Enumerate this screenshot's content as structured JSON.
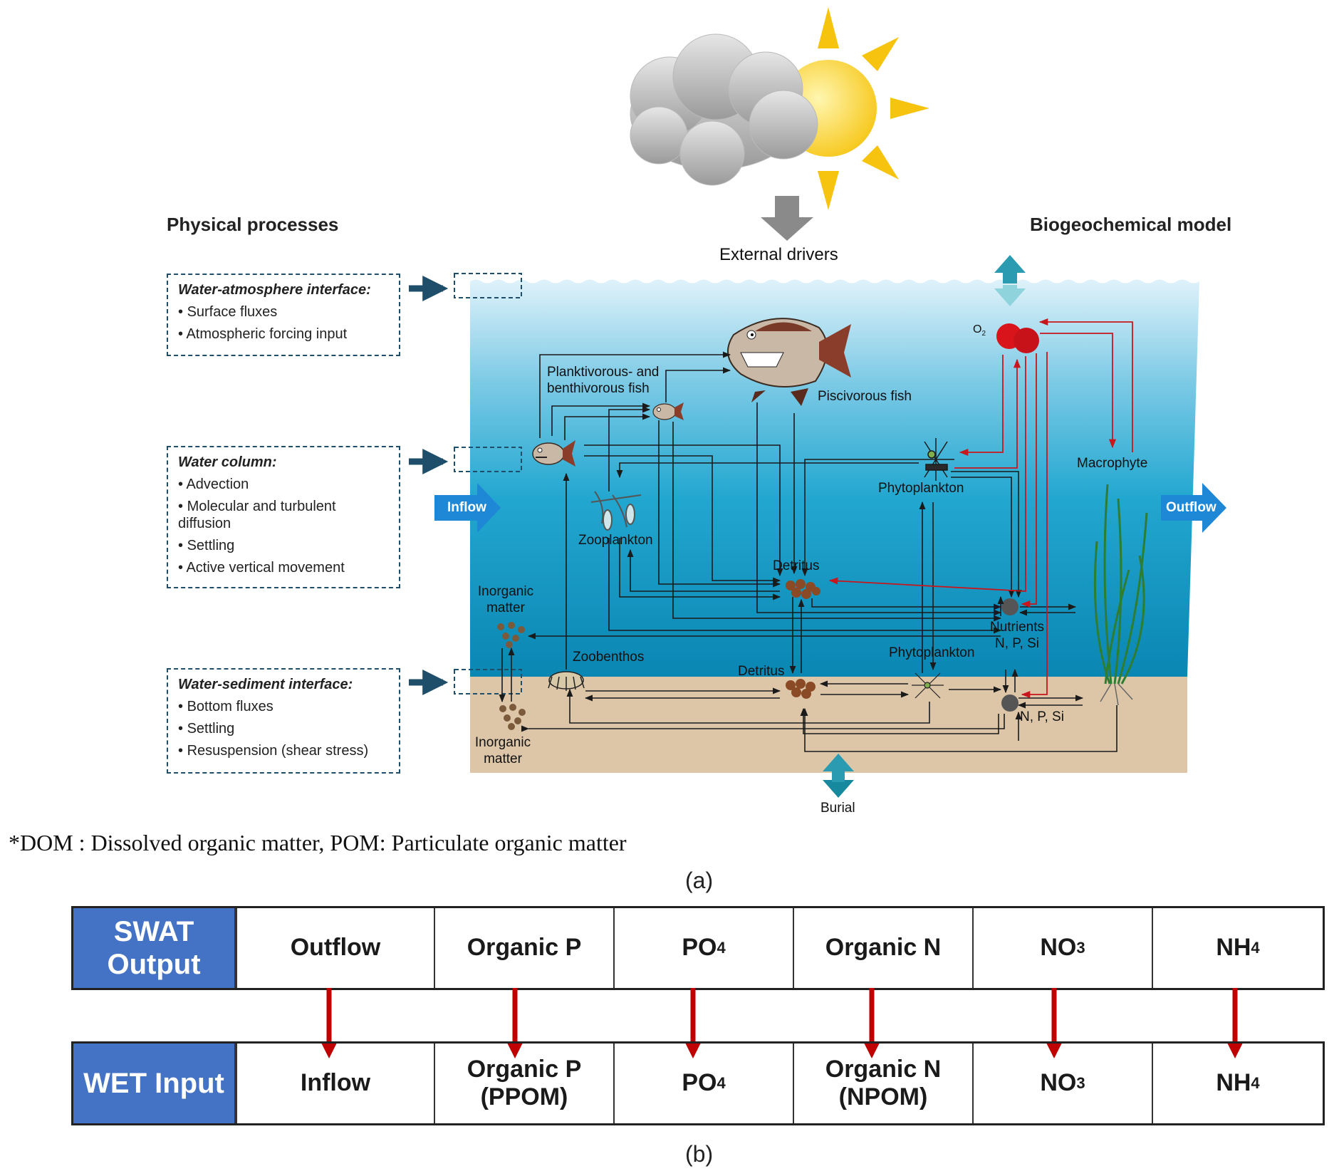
{
  "diagram": {
    "headers": {
      "physical": "Physical processes",
      "biogeochemical": "Biogeochemical model",
      "external": "External drivers"
    },
    "boxes": {
      "atmosphere": {
        "title": "Water-atmosphere interface:",
        "items": [
          "Surface fluxes",
          "Atmospheric forcing input"
        ]
      },
      "column": {
        "title": "Water column:",
        "items": [
          "Advection",
          "Molecular and turbulent diffusion",
          "Settling",
          "Active vertical movement"
        ]
      },
      "sediment": {
        "title": "Water-sediment interface:",
        "items": [
          "Bottom fluxes",
          "Settling",
          "Resuspension (shear stress)"
        ]
      }
    },
    "labels": {
      "planktivorous": "Planktivorous- and benthivorous fish",
      "piscivorous": "Piscivorous fish",
      "o2": "O",
      "o2_sub": "2",
      "macrophyte": "Macrophyte",
      "phytoplankton_top": "Phytoplankton",
      "zooplankton": "Zooplankton",
      "detritus_top": "Detritus",
      "inorganic_top": "Inorganic matter",
      "nutrients": "Nutrients N, P, Si",
      "zoobenthos": "Zoobenthos",
      "detritus_bottom": "Detritus",
      "phytoplankton_bottom": "Phytoplankton",
      "inorganic_bottom": "Inorganic matter",
      "nps_bottom": "N, P, Si",
      "inflow": "Inflow",
      "outflow": "Outflow",
      "burial": "Burial"
    },
    "colors": {
      "water_top": "#d6eef8",
      "water_bottom": "#0a86b3",
      "sediment": "#ddc6a8",
      "red_arrow": "#c8161d",
      "dark_arrow": "#1f4e6b"
    }
  },
  "footnote": "*DOM : Dissolved organic matter, POM: Particulate organic matter",
  "caption_a": "(a)",
  "caption_b": "(b)",
  "table": {
    "swat_header": "SWAT Output",
    "wet_header": "WET Input",
    "swat": [
      "Outflow",
      "Organic P",
      "PO",
      "Organic N",
      "NO",
      "NH"
    ],
    "swat_sub": [
      "",
      "",
      "4",
      "",
      "3",
      "4"
    ],
    "wet": [
      "Inflow",
      "Organic P (PPOM)",
      "PO",
      "Organic N (NPOM)",
      "NO",
      "NH"
    ],
    "wet_sub": [
      "",
      "",
      "4",
      "",
      "3",
      "4"
    ]
  }
}
